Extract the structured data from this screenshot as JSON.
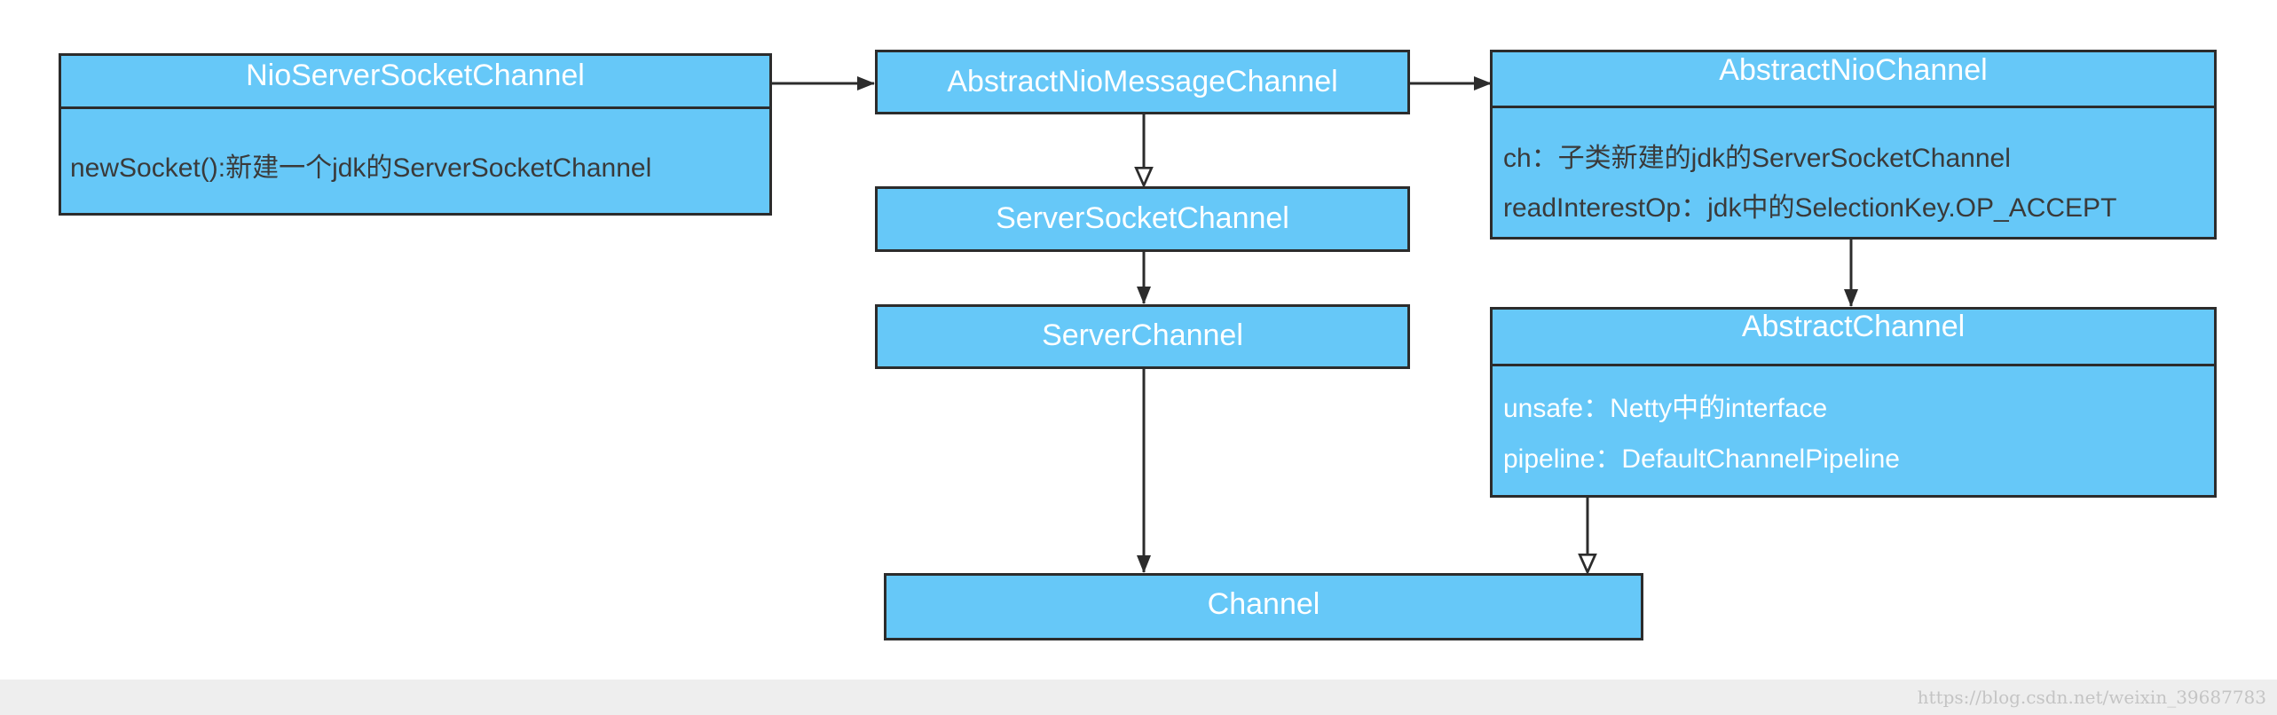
{
  "classes": {
    "nio_server_socket_channel": {
      "name": "NioServerSocketChannel",
      "members": [
        "newSocket():新建一个jdk的ServerSocketChannel"
      ]
    },
    "abstract_nio_message_channel": {
      "name": "AbstractNioMessageChannel"
    },
    "server_socket_channel": {
      "name": "ServerSocketChannel"
    },
    "server_channel": {
      "name": "ServerChannel"
    },
    "abstract_nio_channel": {
      "name": "AbstractNioChannel",
      "members": [
        "ch：子类新建的jdk的ServerSocketChannel",
        "readInterestOp：jdk中的SelectionKey.OP_ACCEPT"
      ]
    },
    "abstract_channel": {
      "name": "AbstractChannel",
      "members": [
        "unsafe：Netty中的interface",
        "pipeline：DefaultChannelPipeline"
      ]
    },
    "channel": {
      "name": "Channel"
    }
  },
  "relations": [
    {
      "from": "NioServerSocketChannel",
      "to": "AbstractNioMessageChannel",
      "arrow": "filled"
    },
    {
      "from": "AbstractNioMessageChannel",
      "to": "AbstractNioChannel",
      "arrow": "filled"
    },
    {
      "from": "AbstractNioMessageChannel",
      "to": "ServerSocketChannel",
      "arrow": "hollow"
    },
    {
      "from": "ServerSocketChannel",
      "to": "ServerChannel",
      "arrow": "filled"
    },
    {
      "from": "ServerChannel",
      "to": "Channel",
      "arrow": "filled"
    },
    {
      "from": "AbstractNioChannel",
      "to": "AbstractChannel",
      "arrow": "filled"
    },
    {
      "from": "AbstractChannel",
      "to": "Channel",
      "arrow": "hollow"
    }
  ],
  "colors": {
    "box_fill": "#66c8f8",
    "box_border": "#2c2c2c",
    "title_text": "#ffffff",
    "member_text_dark": "#3a3a3a",
    "member_text_light": "#ffffff",
    "footer_bg": "#eeeeee"
  },
  "watermark": "https://blog.csdn.net/weixin_39687783"
}
